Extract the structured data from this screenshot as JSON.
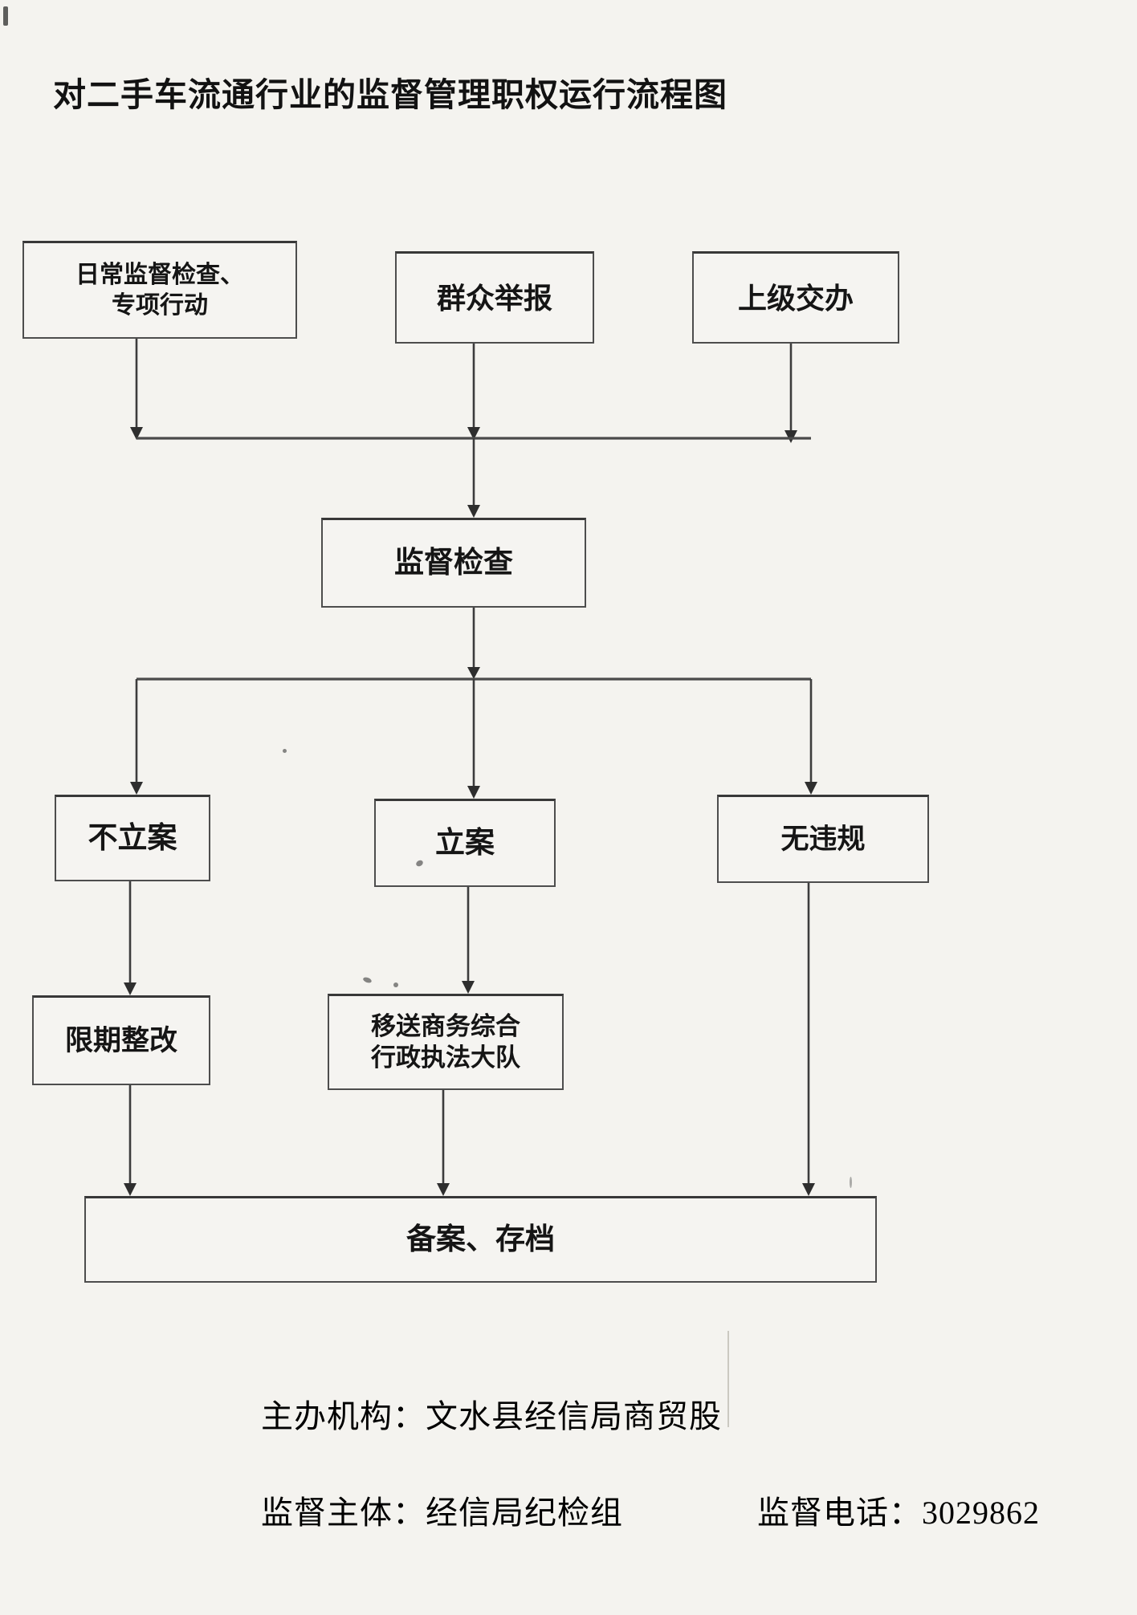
{
  "page": {
    "title": "对二手车流通行业的监督管理职权运行流程图"
  },
  "flowchart": {
    "nodes": {
      "daily": {
        "line1": "日常监督检查、",
        "line2": "专项行动"
      },
      "report": {
        "label": "群众举报"
      },
      "superior": {
        "label": "上级交办"
      },
      "inspect": {
        "label": "监督检查"
      },
      "no_case": {
        "label": "不立案"
      },
      "case": {
        "label": "立案"
      },
      "no_violation": {
        "label": "无违规"
      },
      "rectify": {
        "label": "限期整改"
      },
      "transfer": {
        "line1": "移送商务综合",
        "line2": "行政执法大队"
      },
      "archive": {
        "label": "备案、存档"
      }
    }
  },
  "footer": {
    "organizer": "主办机构：文水县经信局商贸股",
    "supervisor": "监督主体：经信局纪检组",
    "phone": "监督电话：3029862"
  },
  "colors": {
    "background": "#f4f3ef",
    "line": "#3c3c3c",
    "box_border": "#4d4d4d",
    "text": "#151515"
  }
}
